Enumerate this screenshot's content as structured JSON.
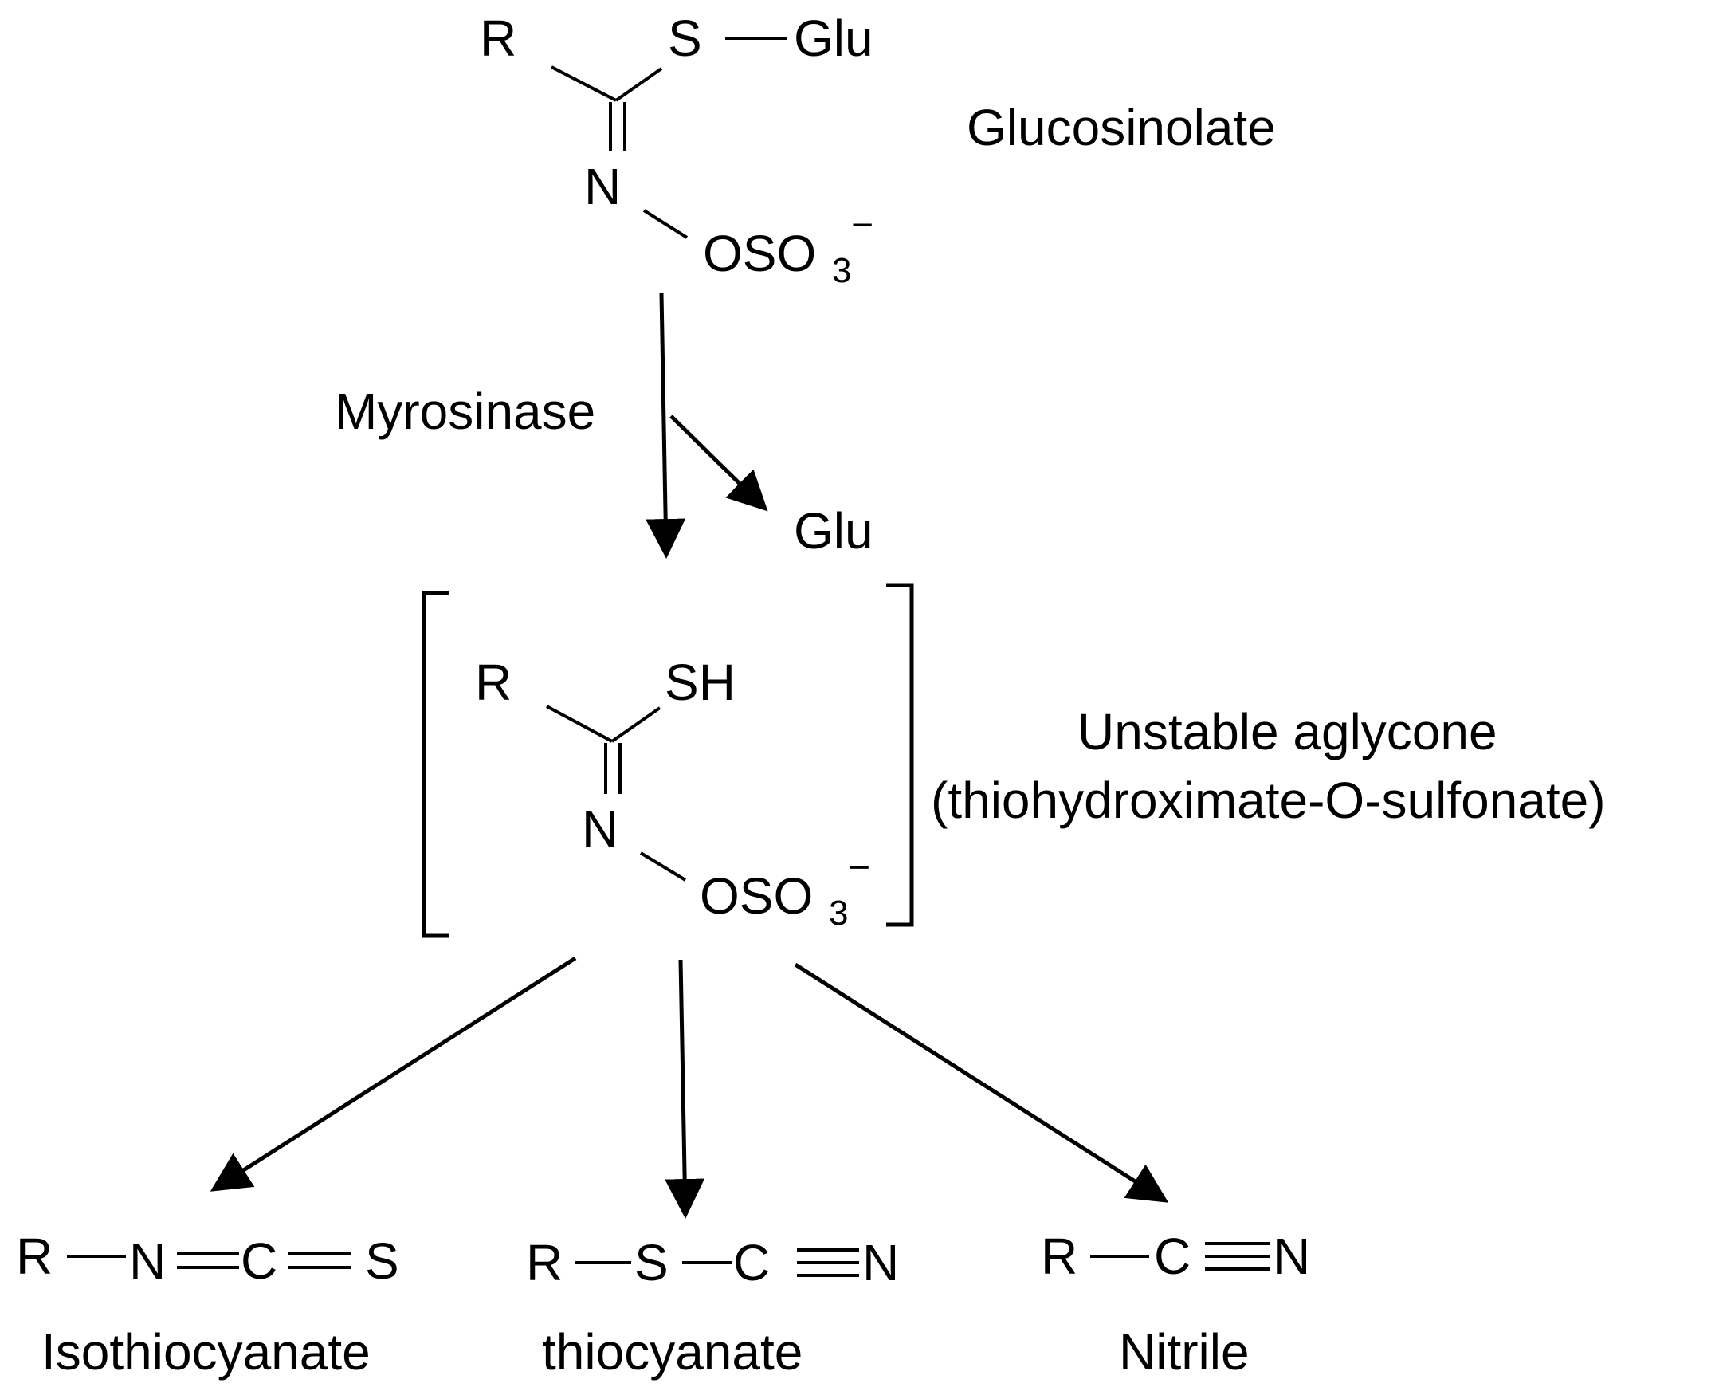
{
  "glucosinolate": {
    "r": "R",
    "s": "S",
    "glu": "Glu",
    "n": "N",
    "oso": "OSO",
    "sub3": "3",
    "charge": "−",
    "name": "Glucosinolate"
  },
  "reaction": {
    "enzyme": "Myrosinase",
    "byproduct": "Glu"
  },
  "aglycone": {
    "r": "R",
    "sh": "SH",
    "n": "N",
    "oso": "OSO",
    "sub3": "3",
    "charge": "−",
    "name_line1": "Unstable aglycone",
    "name_line2": "(thiohydroximate-O-sulfonate)"
  },
  "products": {
    "isothiocyanate": {
      "r": "R",
      "n": "N",
      "c": "C",
      "s": "S",
      "name": "Isothiocyanate"
    },
    "thiocyanate": {
      "r": "R",
      "s": "S",
      "c": "C",
      "n": "N",
      "name": "thiocyanate"
    },
    "nitrile": {
      "r": "R",
      "c": "C",
      "n": "N",
      "name": "Nitrile"
    }
  }
}
